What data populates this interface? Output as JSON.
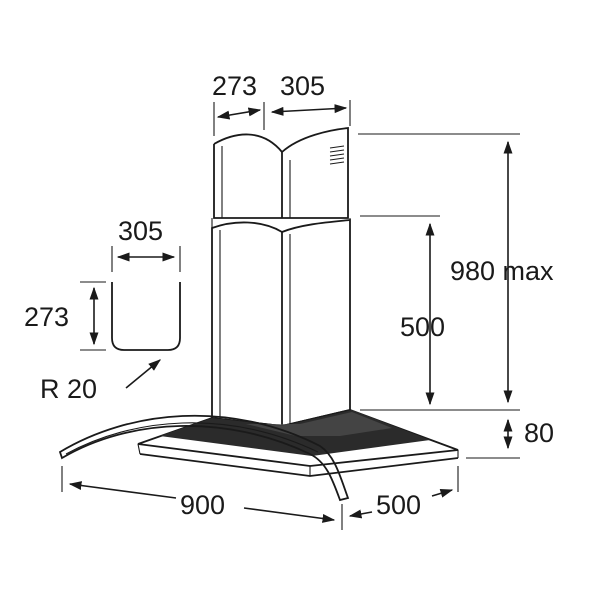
{
  "labels": {
    "top_width": "273",
    "top_depth": "305",
    "section_width": "305",
    "section_depth": "273",
    "corner_radius": "R 20",
    "total_height": "980 max",
    "chimney_height": "500",
    "canopy_height": "80",
    "hood_width": "900",
    "hood_depth": "500"
  },
  "colors": {
    "ink": "#1a1a1a",
    "glass_dark": "#2b2b2b",
    "panel_light": "#f4f4f4"
  }
}
